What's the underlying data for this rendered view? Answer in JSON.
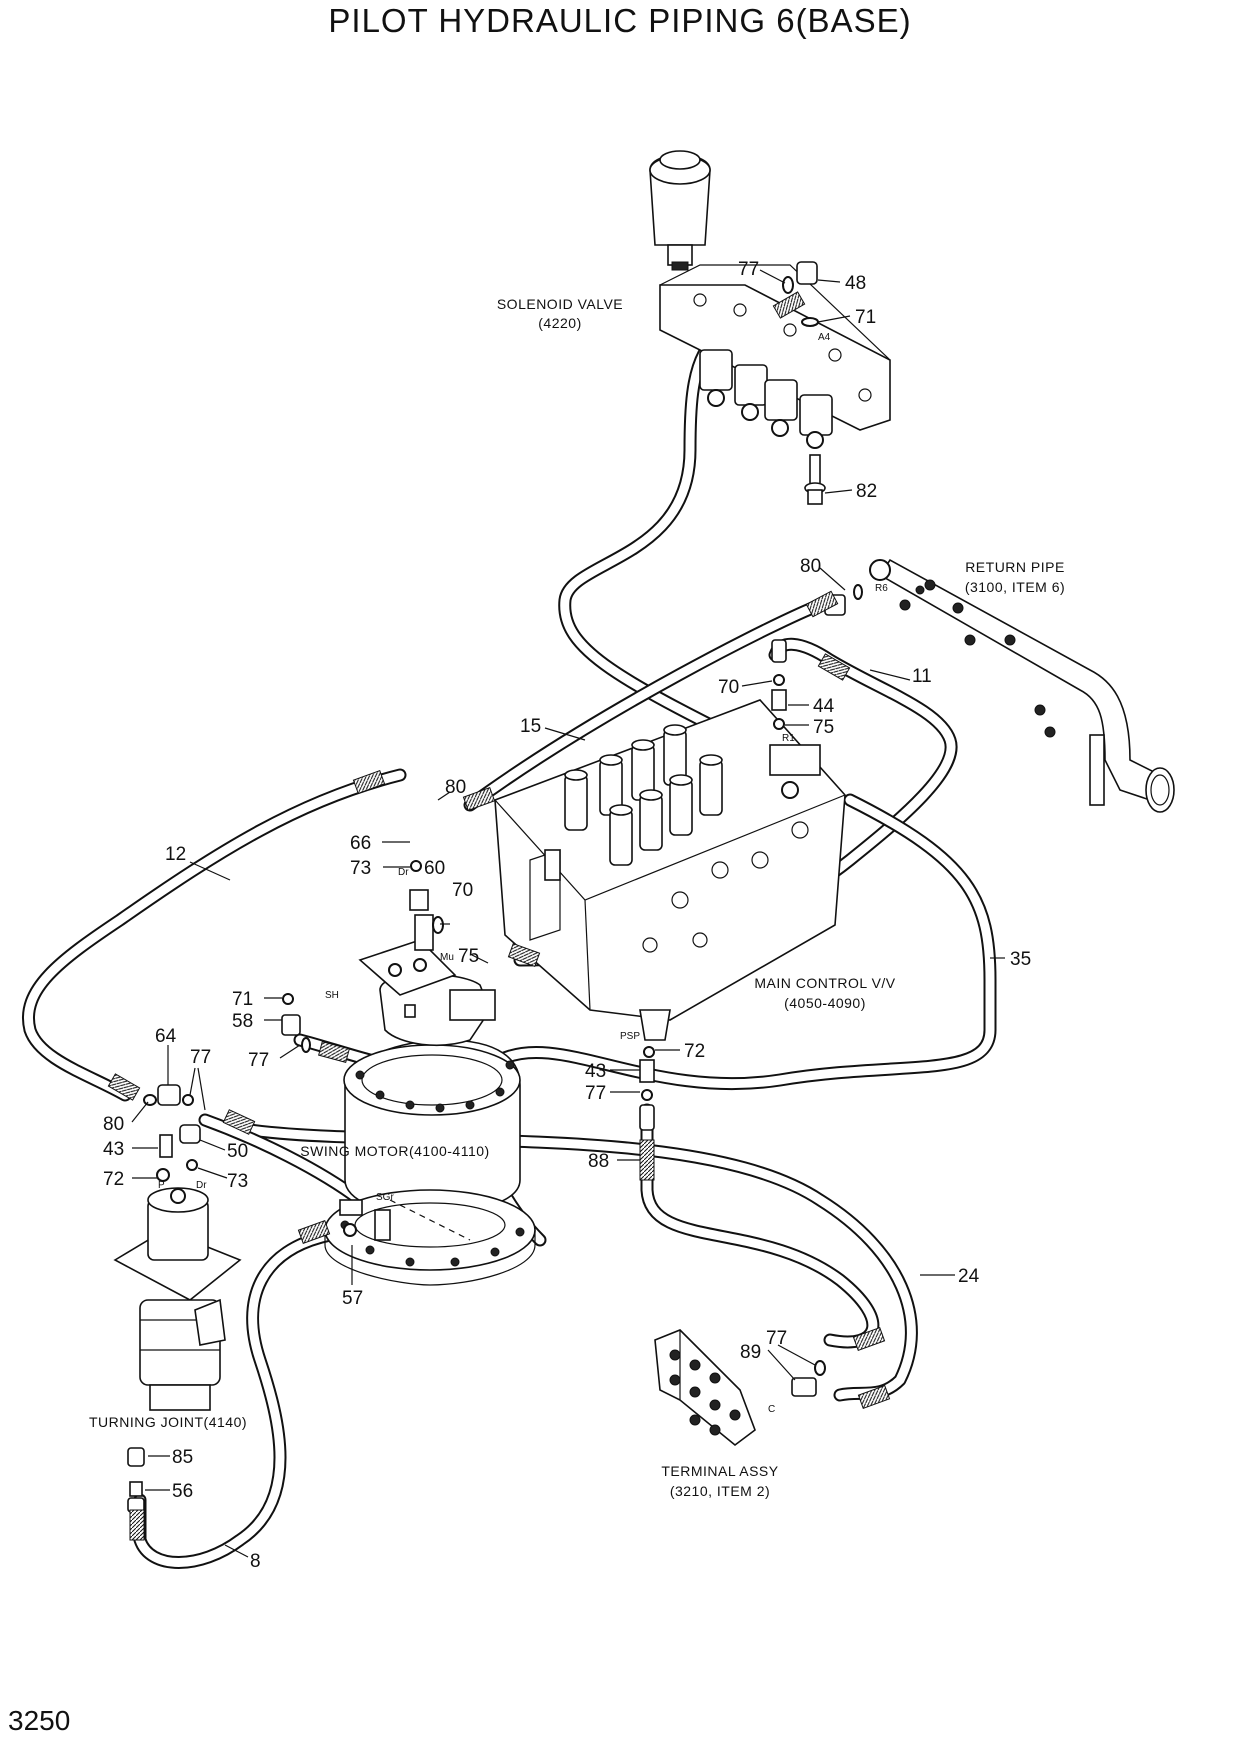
{
  "title": "PILOT HYDRAULIC PIPING 6(BASE)",
  "page_number": "3250",
  "components": {
    "solenoid_valve": {
      "name": "SOLENOID VALVE",
      "ref": "(4220)"
    },
    "return_pipe": {
      "name": "RETURN PIPE",
      "ref": "(3100, ITEM 6)"
    },
    "main_control_valve": {
      "name": "MAIN CONTROL V/V",
      "ref": "(4050-4090)"
    },
    "swing_motor": {
      "name": "SWING MOTOR(4100-4110)"
    },
    "turning_joint": {
      "name": "TURNING JOINT(4140)"
    },
    "terminal_assy": {
      "name": "TERMINAL ASSY",
      "ref": "(3210, ITEM 2)"
    }
  },
  "port_labels": {
    "a4": "A4",
    "r6": "R6",
    "r1": "R1",
    "dr_valve": "Dr",
    "mu": "Mu",
    "sh": "SH",
    "psp": "PSP",
    "sgr": "SGr",
    "p": "P",
    "dr_joint": "Dr",
    "c": "C"
  },
  "callouts": {
    "c77_top": "77",
    "c48": "48",
    "c71_top": "71",
    "c82": "82",
    "c80_ret": "80",
    "c70_r": "70",
    "c44": "44",
    "c75_r": "75",
    "c11": "11",
    "c15": "15",
    "c80_l": "80",
    "c66": "66",
    "c12": "12",
    "c73_mid": "73",
    "c60": "60",
    "c70_mid": "70",
    "c75_mid": "75",
    "c35": "35",
    "c71_mid": "71",
    "c58": "58",
    "c77_mid": "77",
    "c72_r": "72",
    "c43_r": "43",
    "c77_r": "77",
    "c88": "88",
    "c64": "64",
    "c77_l": "77",
    "c80_ll": "80",
    "c43_l": "43",
    "c50": "50",
    "c72_l": "72",
    "c73_l": "73",
    "c57": "57",
    "c24": "24",
    "c89": "89",
    "c77_term": "77",
    "c85": "85",
    "c56": "56",
    "c8": "8"
  }
}
